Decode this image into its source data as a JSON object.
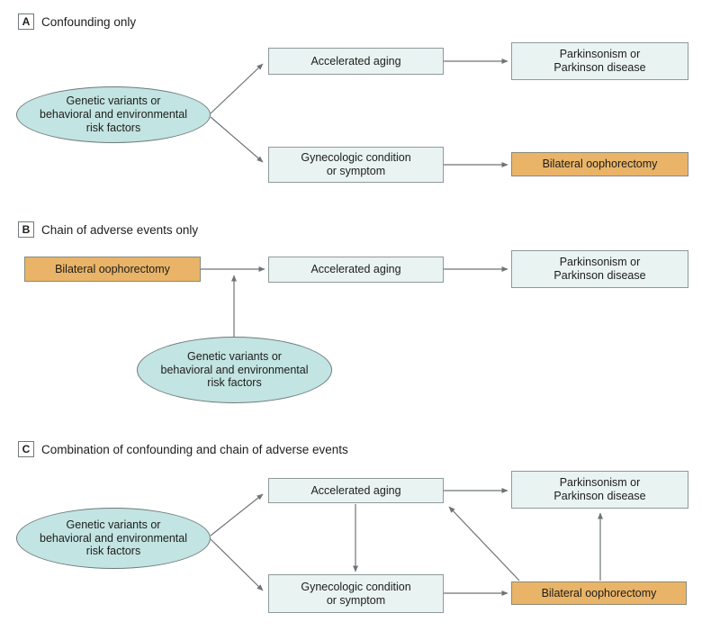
{
  "figure": {
    "type": "causal-diagram",
    "description_visible_text_only": true
  },
  "colors": {
    "background": "#ffffff",
    "node_fill": "#e9f3f2",
    "node_border": "#8f999b",
    "exposure_fill": "#e9b468",
    "exposure_border": "#8a8a7a",
    "ellipse_fill": "#c2e4e2",
    "ellipse_border": "#6f7a7c",
    "arrow": "#6e7476",
    "text": "#1d1d1b"
  },
  "panels": {
    "a": {
      "label": "A",
      "title": "Confounding only",
      "nodes": {
        "risk_factors": "Genetic variants or\nbehavioral and environmental\nrisk factors",
        "accelerated_aging": "Accelerated aging",
        "parkinsonism": "Parkinsonism or\nParkinson disease",
        "gynecologic": "Gynecologic condition\nor symptom",
        "oophorectomy": "Bilateral oophorectomy"
      }
    },
    "b": {
      "label": "B",
      "title": "Chain of adverse events only",
      "nodes": {
        "oophorectomy": "Bilateral oophorectomy",
        "accelerated_aging": "Accelerated aging",
        "parkinsonism": "Parkinsonism or\nParkinson disease",
        "risk_factors": "Genetic variants or\nbehavioral and environmental\nrisk factors"
      }
    },
    "c": {
      "label": "C",
      "title": "Combination of confounding and chain of adverse events",
      "nodes": {
        "risk_factors": "Genetic variants or\nbehavioral and environmental\nrisk factors",
        "accelerated_aging": "Accelerated aging",
        "parkinsonism": "Parkinsonism or\nParkinson disease",
        "gynecologic": "Gynecologic condition\nor symptom",
        "oophorectomy": "Bilateral oophorectomy"
      }
    }
  }
}
